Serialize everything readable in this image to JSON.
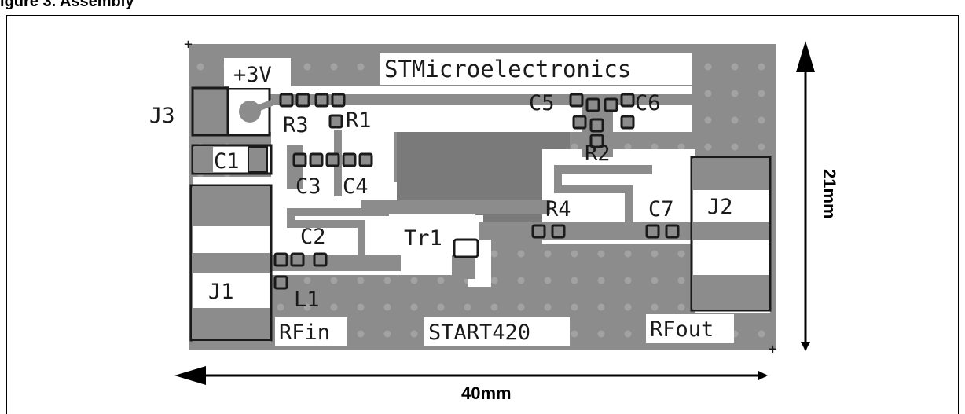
{
  "figure": {
    "caption": "igure 3. Assembly"
  },
  "board": {
    "colors": {
      "copper": "#8c8c8c",
      "copper_dark": "#6e6e6e",
      "silk": "#1a1a1a",
      "pad_white": "#ffffff",
      "via": "#a6a6a6"
    },
    "labels": {
      "brand": "STMicroelectronics",
      "supply": "+3V",
      "rf_in": "RFin",
      "rf_out": "RFout",
      "part_no": "START420"
    },
    "components": {
      "J1": "J1",
      "J2": "J2",
      "J3": "J3",
      "C1": "C1",
      "C2": "C2",
      "C3": "C3",
      "C4": "C4",
      "C5": "C5",
      "C6": "C6",
      "C7": "C7",
      "R1": "R1",
      "R2": "R2",
      "R3": "R3",
      "R4": "R4",
      "L1": "L1",
      "Tr1": "Tr1"
    },
    "fiducials": {
      "top_left": "+",
      "bottom_right": "+"
    }
  },
  "dimensions": {
    "width": "40mm",
    "height": "21mm"
  }
}
